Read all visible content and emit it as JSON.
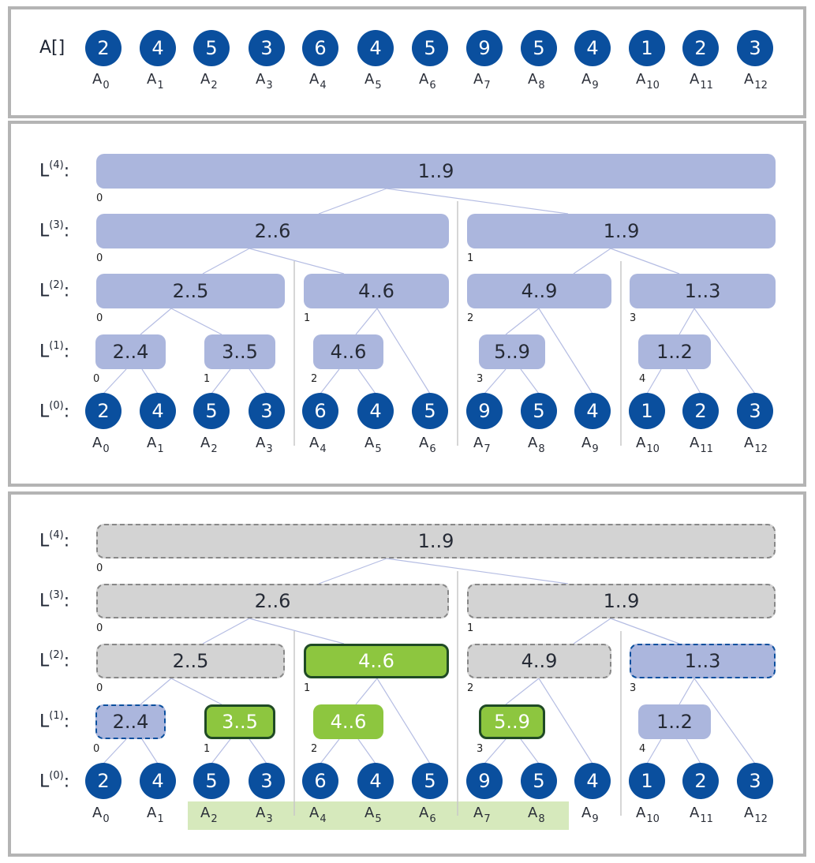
{
  "array_label": "A[]",
  "array_values": [
    "2",
    "4",
    "5",
    "3",
    "6",
    "4",
    "5",
    "9",
    "5",
    "4",
    "1",
    "2",
    "3"
  ],
  "index_base": "A",
  "index_subs": [
    "0",
    "1",
    "2",
    "3",
    "4",
    "5",
    "6",
    "7",
    "8",
    "9",
    "10",
    "11",
    "12"
  ],
  "level_base": "L",
  "level_sups": [
    "(4)",
    "(3)",
    "(2)",
    "(1)",
    "(0)"
  ],
  "level_colon": ":",
  "tree_nodes": {
    "l4": [
      {
        "label": "1..9",
        "idx": "0"
      }
    ],
    "l3": [
      {
        "label": "2..6",
        "idx": "0"
      },
      {
        "label": "1..9",
        "idx": "1"
      }
    ],
    "l2": [
      {
        "label": "2..5",
        "idx": "0"
      },
      {
        "label": "4..6",
        "idx": "1"
      },
      {
        "label": "4..9",
        "idx": "2"
      },
      {
        "label": "1..3",
        "idx": "3"
      }
    ],
    "l1": [
      {
        "label": "2..4",
        "idx": "0"
      },
      {
        "label": "3..5",
        "idx": "1"
      },
      {
        "label": "4..6",
        "idx": "2"
      },
      {
        "label": "5..9",
        "idx": "3"
      },
      {
        "label": "1..2",
        "idx": "4"
      }
    ]
  },
  "colors": {
    "circle": "#0a4f9e",
    "node_blue": "#abb6dd",
    "node_gray": "#d3d3d3",
    "node_green": "#8dc63f",
    "green_border": "#1f4a25",
    "highlight": "#cfe5b0",
    "panel_border": "#b4b4b4"
  }
}
